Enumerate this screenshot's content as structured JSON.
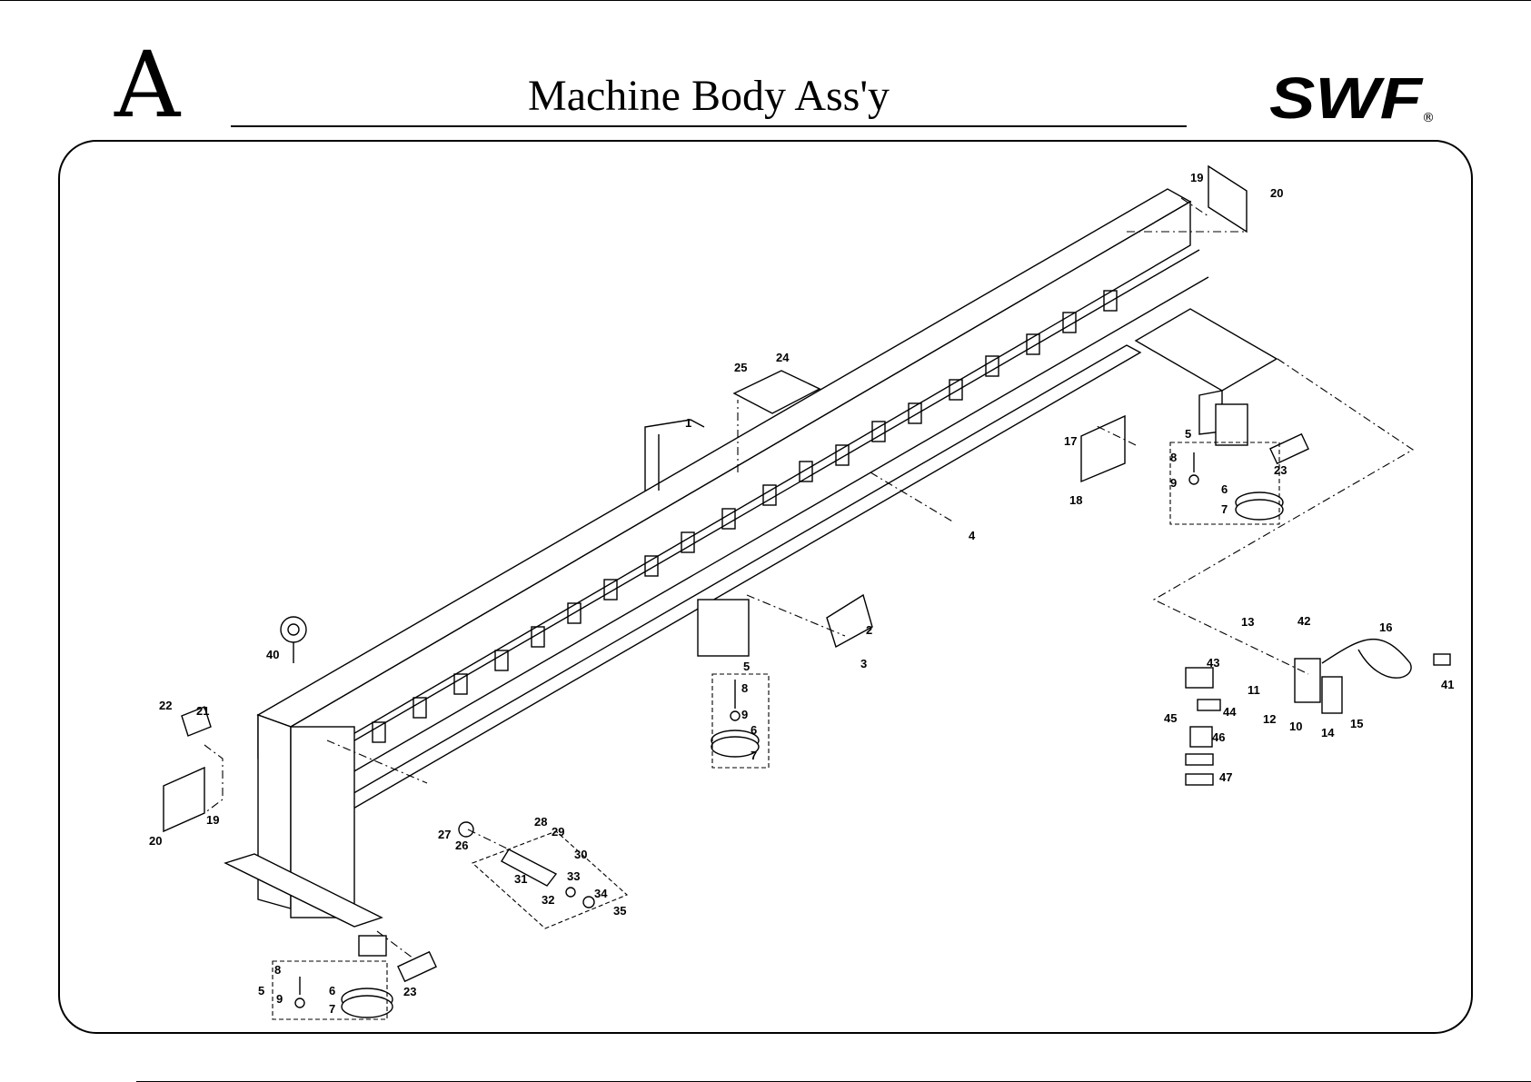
{
  "header": {
    "section_letter": "A",
    "title": "Machine Body Ass'y",
    "logo_text": "SWF",
    "logo_mark": "®"
  },
  "diagram": {
    "callouts": [
      "1",
      "2",
      "3",
      "4",
      "5",
      "6",
      "7",
      "8",
      "9",
      "10",
      "11",
      "12",
      "13",
      "14",
      "15",
      "16",
      "17",
      "18",
      "19",
      "20",
      "21",
      "22",
      "23",
      "24",
      "25",
      "26",
      "27",
      "28",
      "29",
      "30",
      "31",
      "32",
      "33",
      "34",
      "35",
      "40",
      "41",
      "42",
      "43",
      "44",
      "45",
      "46",
      "47"
    ]
  }
}
